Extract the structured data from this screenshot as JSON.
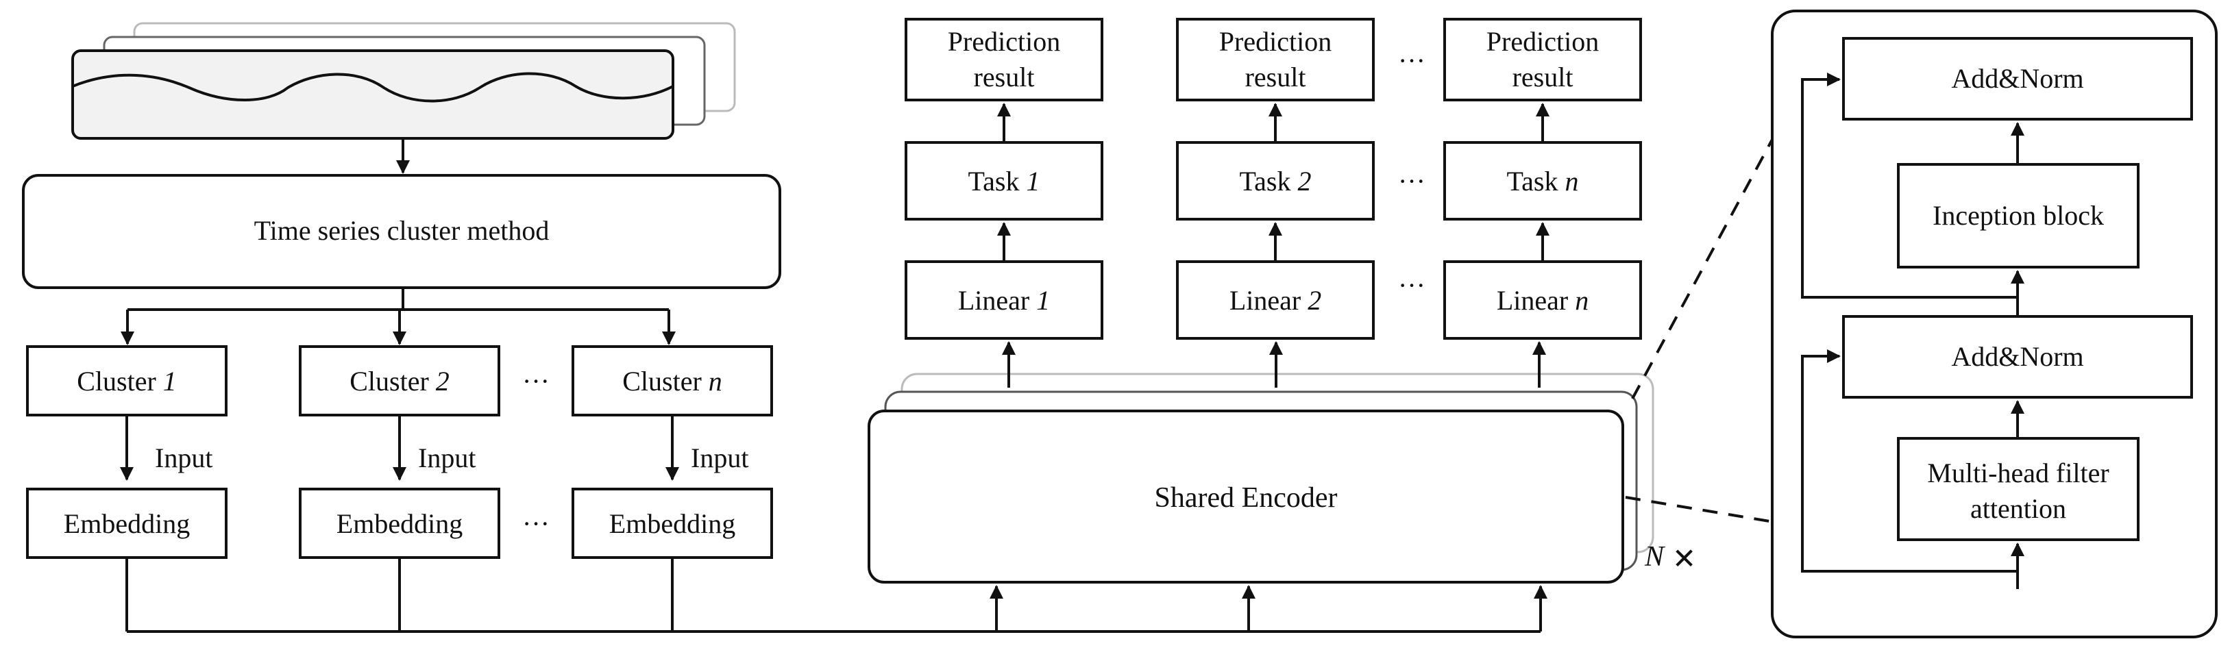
{
  "left": {
    "cluster_method": "Time series cluster method",
    "clusters": [
      {
        "prefix": "Cluster ",
        "index": "1"
      },
      {
        "prefix": "Cluster ",
        "index": "2"
      },
      {
        "prefix": "Cluster ",
        "index": "n"
      }
    ],
    "ellipsis": "···",
    "input_label": "Input",
    "embedding_label": "Embedding"
  },
  "middle": {
    "prediction_line1": "Prediction",
    "prediction_line2": "result",
    "tasks": [
      {
        "prefix": "Task ",
        "index": "1"
      },
      {
        "prefix": "Task ",
        "index": "2"
      },
      {
        "prefix": "Task ",
        "index": "n"
      }
    ],
    "linears": [
      {
        "prefix": "Linear ",
        "index": "1"
      },
      {
        "prefix": "Linear ",
        "index": "2"
      },
      {
        "prefix": "Linear ",
        "index": "n"
      }
    ],
    "ellipsis": "···",
    "shared_encoder": "Shared Encoder",
    "repeat_n": "N",
    "repeat_times": "✕"
  },
  "right": {
    "add_norm_top": "Add&Norm",
    "inception": "Inception block",
    "add_norm_bottom": "Add&Norm",
    "mhfa_line1": "Multi-head filter",
    "mhfa_line2": "attention"
  }
}
